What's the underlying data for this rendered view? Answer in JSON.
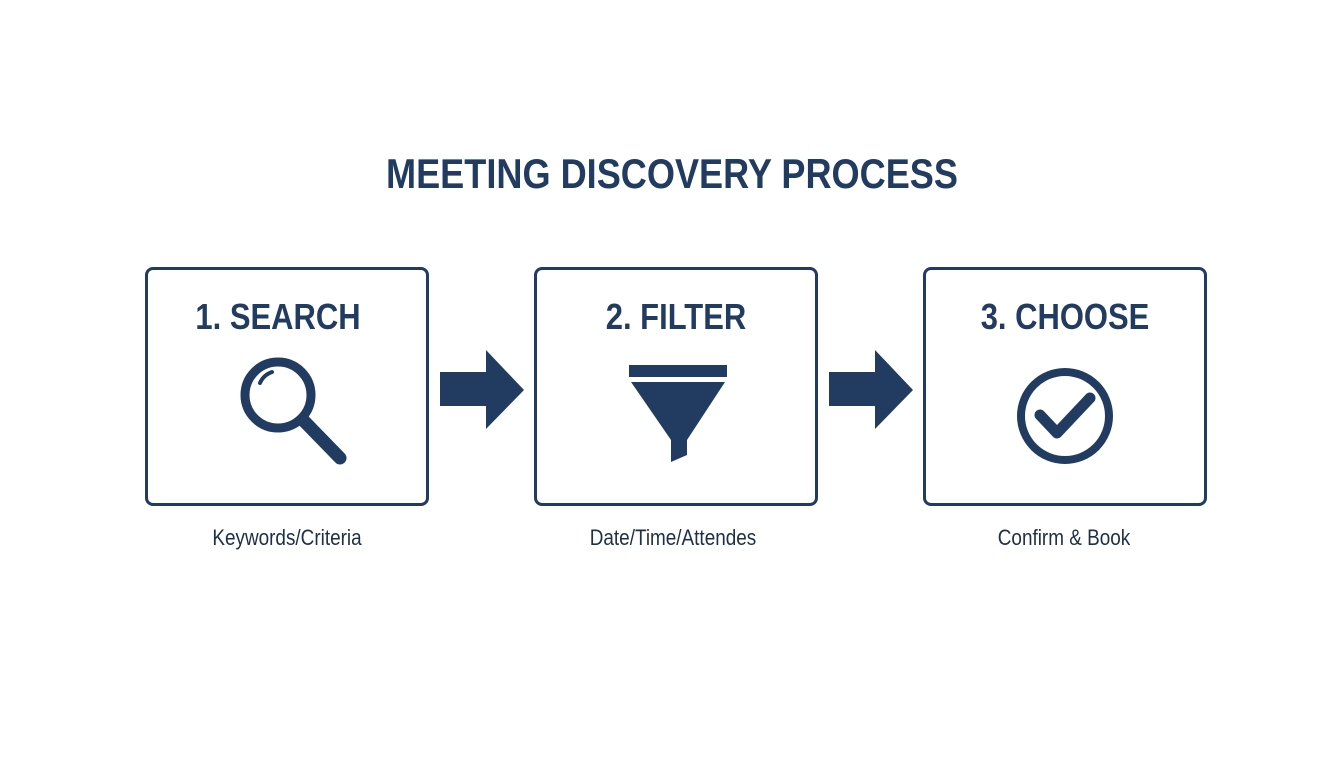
{
  "title": "MEETING DISCOVERY PROCESS",
  "colors": {
    "primary": "#213c60",
    "caption": "#1e2f47",
    "background": "#ffffff"
  },
  "steps": [
    {
      "label": "1. SEARCH",
      "icon": "magnifying-glass-icon",
      "caption": "Keywords/Criteria"
    },
    {
      "label": "2. FILTER",
      "icon": "funnel-icon",
      "caption": "Date/Time/Attendes"
    },
    {
      "label": "3. CHOOSE",
      "icon": "check-circle-icon",
      "caption": "Confirm & Book"
    }
  ],
  "connectors": [
    {
      "icon": "arrow-right-icon",
      "from": 1,
      "to": 2
    },
    {
      "icon": "arrow-right-icon",
      "from": 2,
      "to": 3
    }
  ]
}
